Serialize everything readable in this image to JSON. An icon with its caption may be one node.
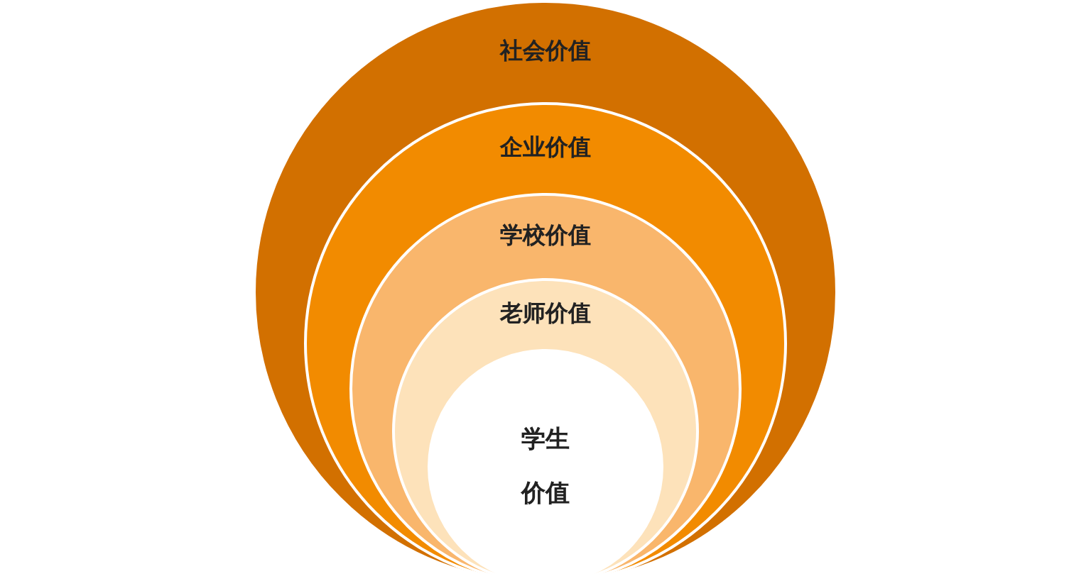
{
  "diagram": {
    "nodes": [
      {
        "text": [
          "社会价值"
        ]
      },
      {
        "text": [
          "企业价值"
        ],
        "in": 0
      },
      {
        "text": [
          "学校价值"
        ],
        "in": 1
      },
      {
        "text": [
          "老师价值"
        ],
        "in": 2
      },
      {
        "text": [
          "学生价值"
        ],
        "in": 3
      }
    ]
  }
}
